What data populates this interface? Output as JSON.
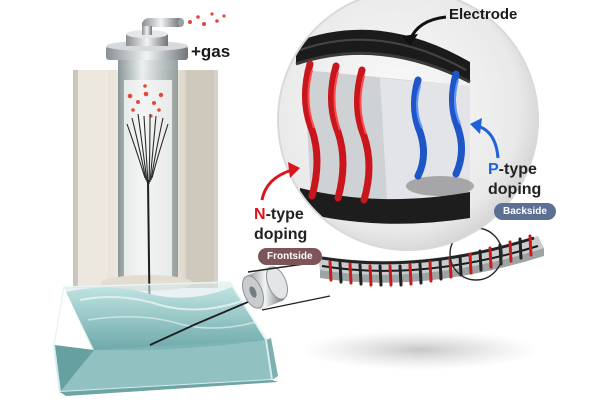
{
  "labels": {
    "gas": "+gas",
    "electrode": "Electrode",
    "n_type_letter": "N",
    "n_type_rest": "-type",
    "n_doping": "doping",
    "n_side": "Frontside",
    "p_type_letter": "P",
    "p_type_rest": "-type",
    "p_doping": "doping",
    "p_side": "Backside"
  },
  "colors": {
    "n_type": "#d9161d",
    "p_type": "#1d62d8",
    "frontside_badge": "#7d5458",
    "backside_badge": "#5d6f93",
    "electrode_fiber": "#111111",
    "liquid": "#8fc9c9"
  }
}
